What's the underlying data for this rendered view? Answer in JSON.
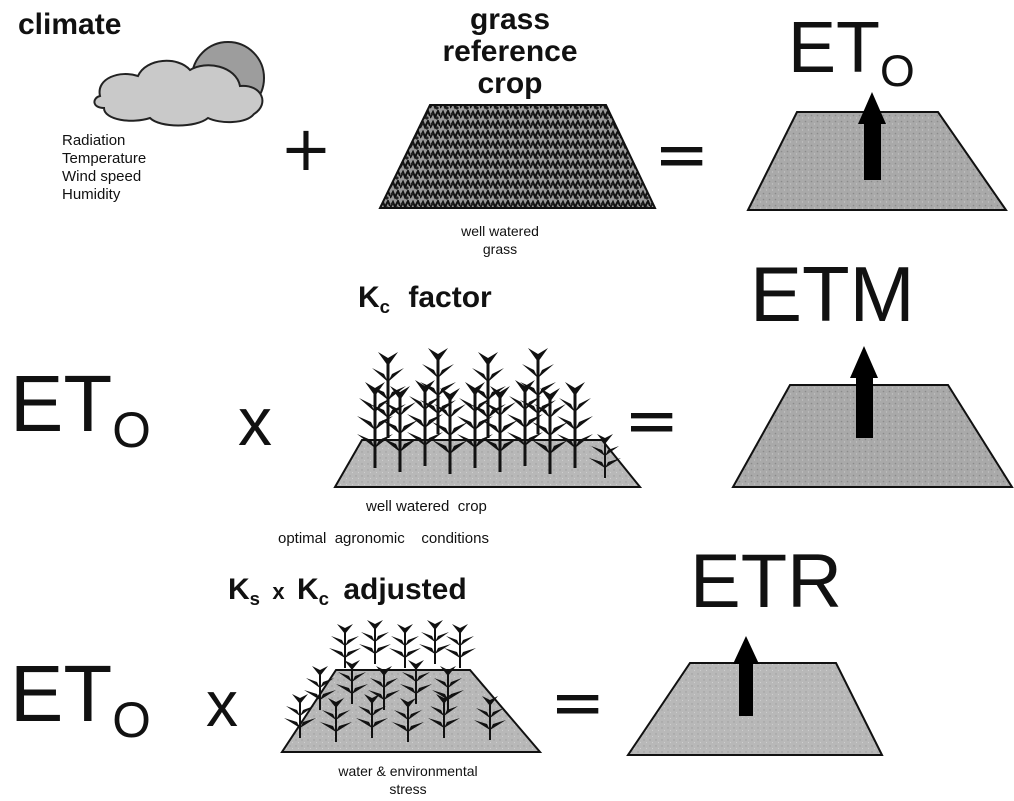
{
  "row1": {
    "climate_title": "climate",
    "climate_factors": [
      "Radiation",
      "Temperature",
      "Wind speed",
      "Humidity"
    ],
    "plus": "+",
    "grass_title_lines": [
      "grass",
      "reference",
      "crop"
    ],
    "grass_caption_lines": [
      "well watered",
      "grass"
    ],
    "equals": "=",
    "result_main": "ET",
    "result_sub": "O"
  },
  "row2": {
    "lhs_main": "ET",
    "lhs_sub": "O",
    "times": "x",
    "factor_k": "K",
    "factor_sub": "c",
    "factor_word": "factor",
    "caption_line1": "well watered  crop",
    "caption_line2": "optimal  agronomic    conditions",
    "equals": "=",
    "result": "ETM"
  },
  "row3": {
    "lhs_main": "ET",
    "lhs_sub": "O",
    "times": "x",
    "ks": "K",
    "ks_sub": "s",
    "mult": "x",
    "kc": "K",
    "kc_sub": "c",
    "adjusted": "adjusted",
    "caption_lines": [
      "water & environmental",
      "stress"
    ],
    "equals": "=",
    "result": "ETR"
  }
}
